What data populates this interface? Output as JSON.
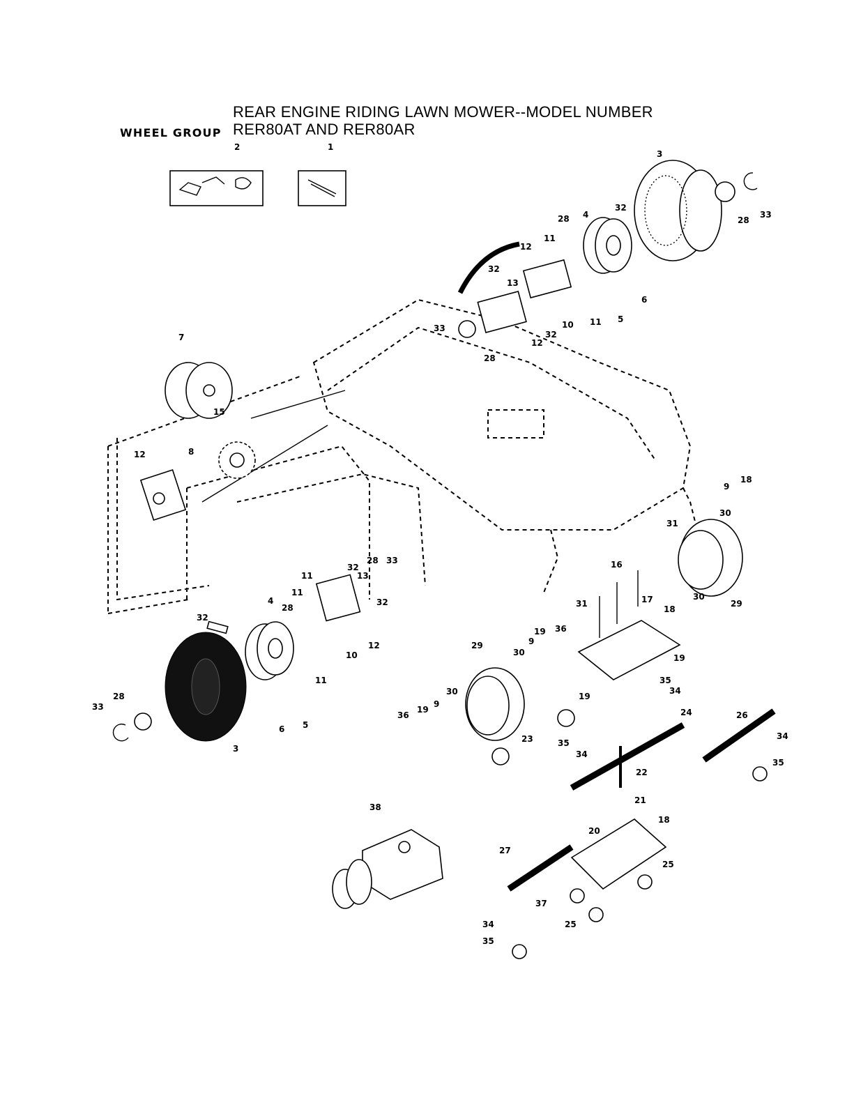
{
  "header": {
    "title_line1": "REAR ENGINE RIDING LAWN MOWER--MODEL NUMBER",
    "title_line2": "RER80AT AND RER80AR",
    "group_label": "WHEEL GROUP"
  },
  "callouts": [
    "1",
    "2",
    "3",
    "28",
    "33",
    "32",
    "4",
    "28",
    "11",
    "12",
    "13",
    "32",
    "6",
    "10",
    "11",
    "5",
    "32",
    "12",
    "33",
    "28",
    "7",
    "15",
    "12",
    "8",
    "9",
    "18",
    "30",
    "31",
    "16",
    "17",
    "30",
    "29",
    "31",
    "18",
    "32",
    "28",
    "33",
    "11",
    "11",
    "13",
    "32",
    "4",
    "28",
    "12",
    "10",
    "11",
    "19",
    "36",
    "32",
    "19",
    "6",
    "5",
    "33",
    "28",
    "3",
    "29",
    "30",
    "9",
    "19",
    "35",
    "34",
    "24",
    "26",
    "36",
    "19",
    "9",
    "30",
    "23",
    "35",
    "34",
    "22",
    "34",
    "35",
    "21",
    "38",
    "20",
    "18",
    "27",
    "25",
    "37",
    "34",
    "35",
    "25"
  ]
}
